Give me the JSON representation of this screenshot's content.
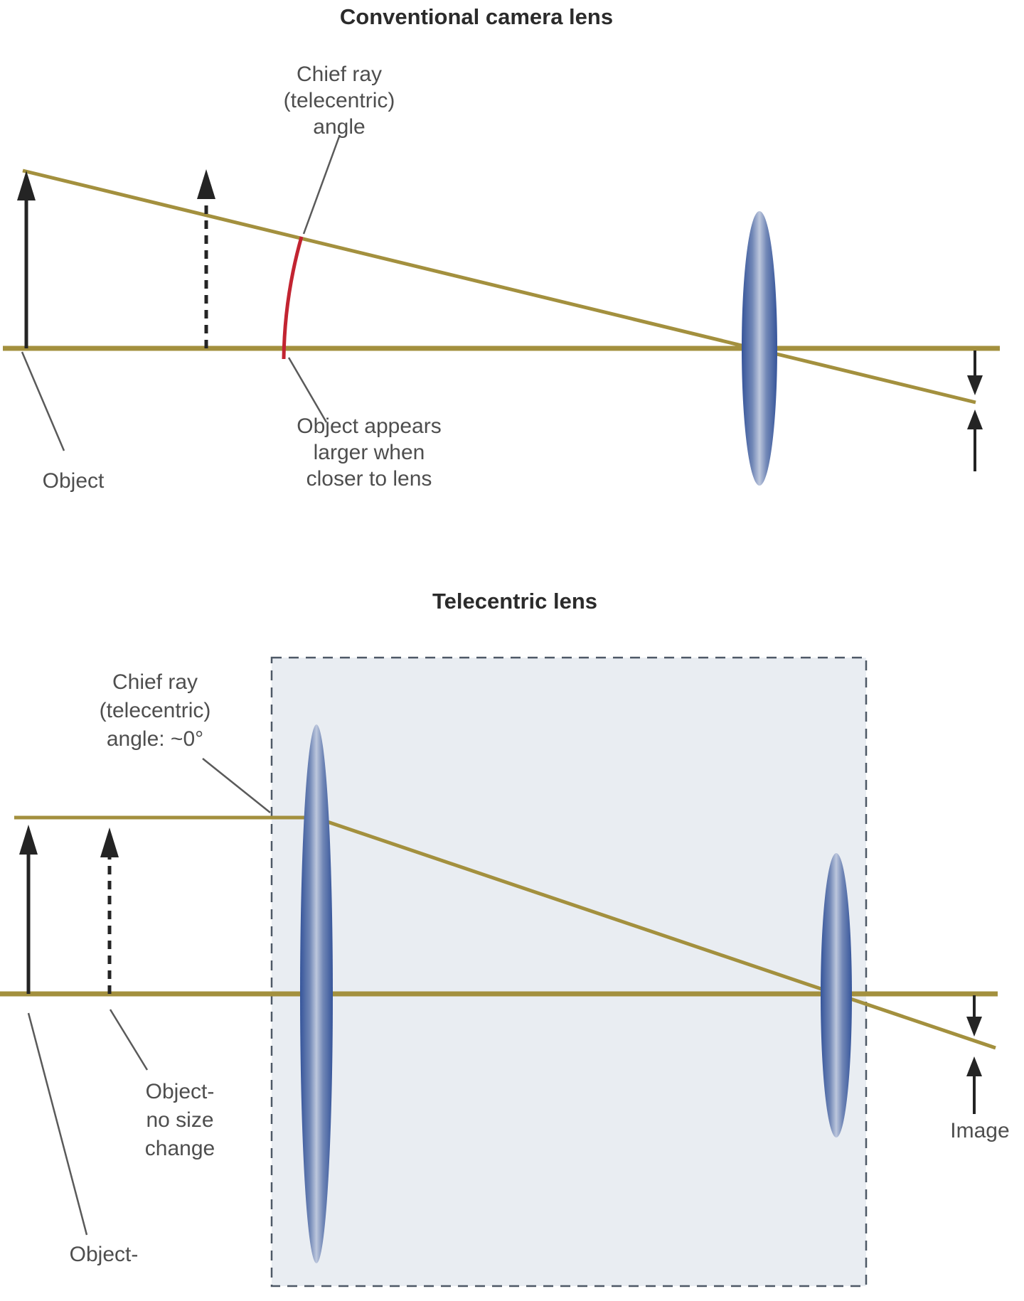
{
  "figure": {
    "top": {
      "title": "Conventional camera lens",
      "chief_ray_label": "Chief ray\n(telecentric)\nangle",
      "object_label": "Object",
      "object_appears_label": "Object appears\nlarger when\ncloser to lens"
    },
    "bottom": {
      "title": "Telecentric lens",
      "chief_ray_label": "Chief ray\n(telecentric)\nangle: ~0°",
      "object_no_size_label": "Object-\nno size\nchange",
      "object_label": "Object-",
      "image_label": "Image"
    }
  },
  "colors": {
    "bg": "#ffffff",
    "ray": "#a3903e",
    "arc_red": "#c22431",
    "pointer": "#5a5a5a",
    "arrow": "#242424",
    "lens_edge": "#35549a",
    "lens_mid": "#7187b6",
    "lens_light": "#bdc7dd",
    "box_fill": "#e9edf2",
    "box_border": "#4d5866",
    "text": "#4e4e4e",
    "title": "#2b2b2b"
  }
}
